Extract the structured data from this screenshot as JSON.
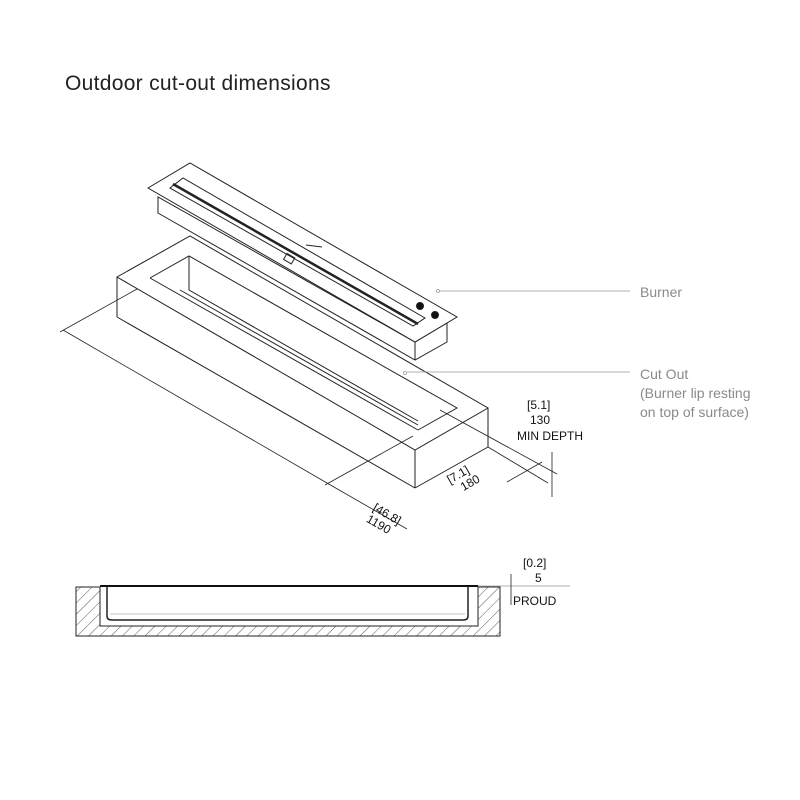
{
  "title": "Outdoor cut-out dimensions",
  "callouts": {
    "burner": "Burner",
    "cutout": "Cut Out",
    "cutout_note_1": "(Burner lip resting",
    "cutout_note_2": "on top of surface)"
  },
  "dimensions": {
    "length_in": "[46.8]",
    "length_mm": "1190",
    "width_in": "[7.1]",
    "width_mm": "180",
    "depth_in": "[5.1]",
    "depth_mm": "130",
    "depth_note": "MIN DEPTH",
    "proud_in": "[0.2]",
    "proud_mm": "5",
    "proud_note": "PROUD"
  }
}
